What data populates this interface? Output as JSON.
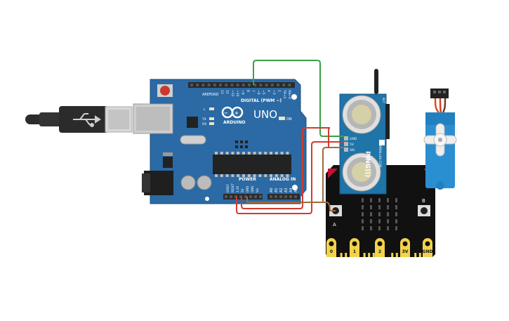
{
  "arduino": {
    "logo_text": "ARDUINO",
    "model": "UNO",
    "digital_header": "DIGITAL (PWM ~)",
    "power_header": "POWER",
    "analog_header": "ANALOG IN",
    "aref": "AREF",
    "gnd": "GND",
    "digital_pins": [
      "13",
      "12",
      "~11",
      "~10",
      "~9",
      "8",
      "7",
      "~6",
      "~5",
      "4",
      "~3",
      "2",
      "TX→1",
      "RX←0"
    ],
    "power_pins": [
      "IOREF",
      "RESET",
      "3.3V",
      "5V",
      "GND",
      "GND",
      "Vin"
    ],
    "analog_pins": [
      "A0",
      "A1",
      "A2",
      "A3",
      "A4",
      "A5"
    ],
    "led_l": "L",
    "led_tx": "TX",
    "led_rx": "RX",
    "led_on": "ON",
    "colors": {
      "board": "#2b6aa4",
      "header": "#2a2a2a",
      "wire_green": "#3aa04a",
      "wire_red": "#d23a30"
    }
  },
  "ping_sensor": {
    "name": "PING)))",
    "brand": "PARALLAX.COM",
    "pins": [
      "GND",
      "5V",
      "SIG"
    ],
    "act": "ACT",
    "color": "#1f74a8"
  },
  "microbit": {
    "pads": [
      "0",
      "1",
      "2",
      "3V",
      "GND"
    ],
    "button_a": "A",
    "button_b": "B",
    "color": "#111111",
    "pad_color": "#f3d34a"
  },
  "servo": {
    "color": "#2a8fd0"
  }
}
